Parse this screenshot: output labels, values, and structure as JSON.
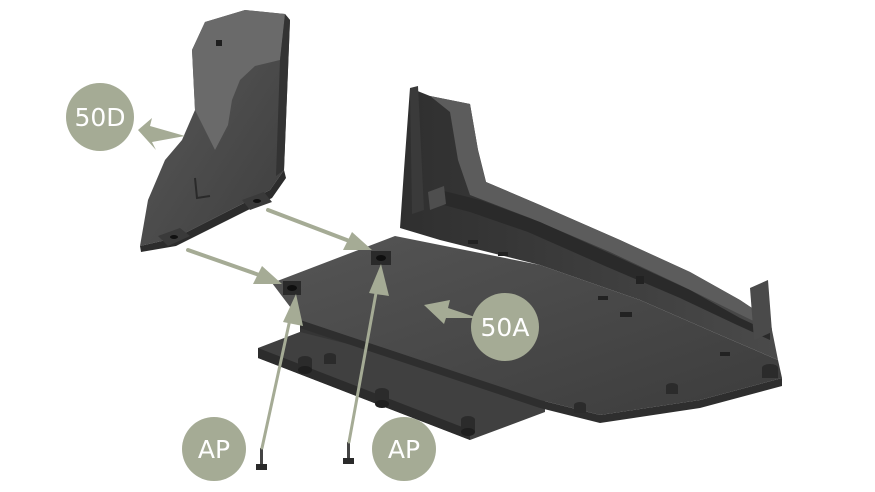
{
  "diagram": {
    "labels": {
      "part_50d": "50D",
      "part_50a": "50A",
      "screw_left": "AP",
      "screw_right": "AP"
    }
  },
  "colors": {
    "callout_fill": "#a5ab95",
    "callout_text": "#ffffff",
    "arrow": "#a5ab95",
    "part_dark": "#3a3a3a",
    "part_mid": "#4d4d4d",
    "part_light": "#626262",
    "background": "#ffffff"
  }
}
